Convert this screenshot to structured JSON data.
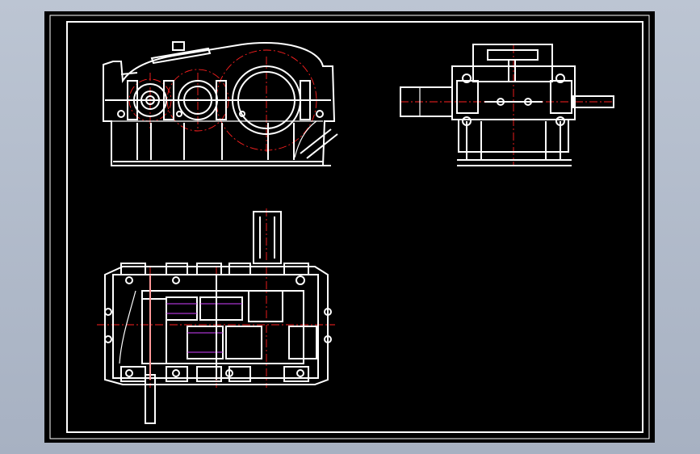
{
  "drawing": {
    "views": [
      {
        "id": "front",
        "kind": "front-elevation"
      },
      {
        "id": "side",
        "kind": "side-elevation"
      },
      {
        "id": "top",
        "kind": "plan-section"
      }
    ]
  },
  "colors": {
    "background": "#a7b1c2",
    "sheet": "#000000",
    "line": "#ffffff",
    "centerline": "#ff2020",
    "hatch": "#d040ff"
  }
}
